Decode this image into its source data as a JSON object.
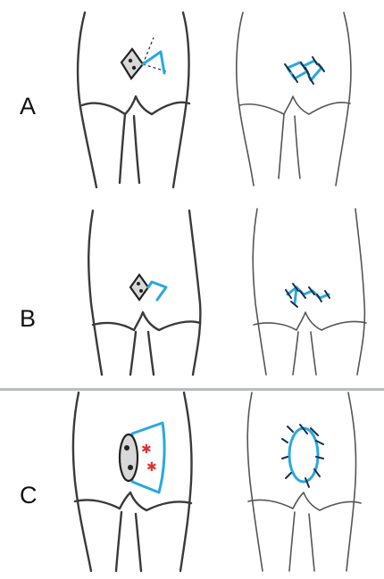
{
  "panels": [
    {
      "id": "A",
      "label": "A"
    },
    {
      "id": "B",
      "label": "B"
    },
    {
      "id": "C",
      "label": "C"
    }
  ],
  "colors": {
    "pencil": "#3a3a3a",
    "flap": "#29a8e0",
    "suture": "#1c2b4a",
    "marker": "#e03030",
    "divider": "#b8bcc0"
  }
}
